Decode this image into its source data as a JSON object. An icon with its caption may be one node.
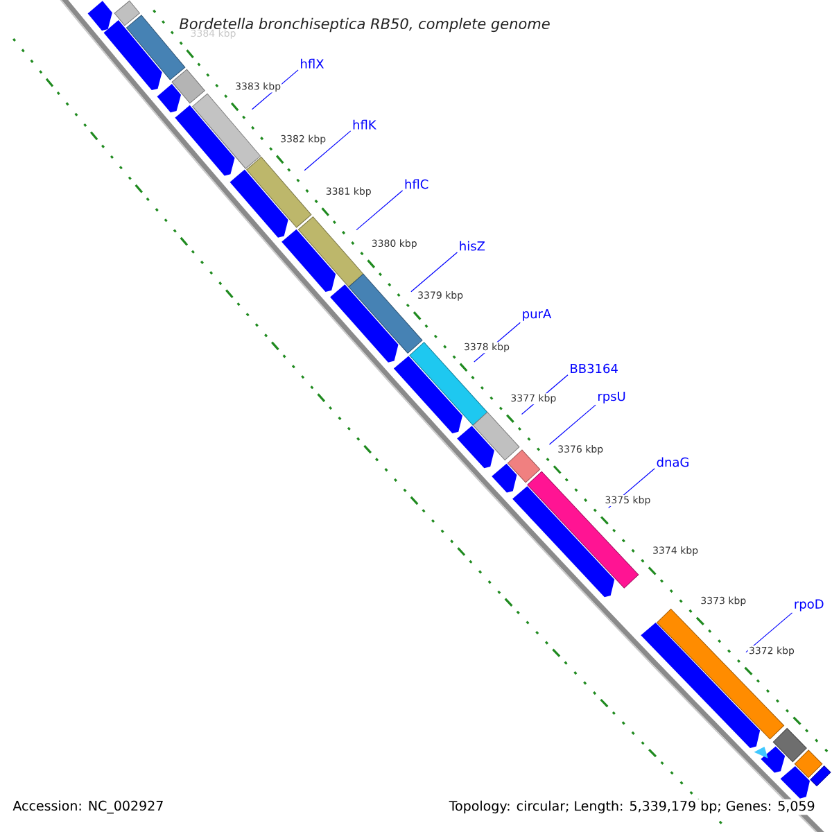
{
  "diagram": {
    "title": "Bordetella bronchiseptica RB50, complete genome",
    "nodes": [
      {
        "text": [
          "hflX"
        ]
      },
      {
        "text": [
          "hflK"
        ]
      },
      {
        "text": [
          "hflC"
        ]
      },
      {
        "text": [
          "hisZ"
        ]
      },
      {
        "text": [
          "purA"
        ]
      },
      {
        "text": [
          "BB3164"
        ]
      },
      {
        "text": [
          "rpsU"
        ]
      },
      {
        "text": [
          "dnaG"
        ]
      },
      {
        "text": [
          "rpoD"
        ]
      },
      {
        "text": [],
        "shape": "bar"
      },
      {
        "text": [],
        "shape": "bar"
      },
      {
        "text": [],
        "shape": "bar"
      },
      {
        "text": [],
        "shape": "bar"
      },
      {
        "text": [],
        "shape": "bar"
      },
      {
        "text": [],
        "shape": "bar"
      },
      {
        "text": [],
        "shape": "bar"
      },
      {
        "text": [],
        "shape": "bar"
      },
      {
        "text": [],
        "shape": "bar"
      },
      {
        "text": [],
        "shape": "bar"
      },
      {
        "text": [],
        "shape": "bar"
      },
      {
        "text": [],
        "shape": "bar"
      },
      {
        "text": [],
        "shape": "bar"
      },
      {
        "text": [],
        "shape": "bar"
      },
      {
        "text": [],
        "shape": "bar"
      },
      {
        "text": [],
        "shape": "bar"
      },
      {
        "text": [],
        "shape": "bar"
      },
      {
        "text": [],
        "shape": "bar"
      },
      {
        "text": [],
        "shape": "bar"
      },
      {
        "text": [],
        "shape": "bar"
      },
      {
        "text": [],
        "shape": "bar"
      },
      {
        "text": [],
        "shape": "bar"
      },
      {
        "text": [],
        "shape": "bar"
      },
      {
        "text": [],
        "shape": "bar"
      },
      {
        "text": [],
        "shape": "bar"
      },
      {
        "text": [],
        "shape": "bar"
      },
      {
        "text": [],
        "shape": "bar"
      },
      {
        "text": [],
        "shape": "bar"
      },
      {
        "text": [],
        "shape": "bar"
      },
      {
        "text": [],
        "shape": "triangle"
      }
    ],
    "edges": [
      {
        "from": 0,
        "to": 9,
        "arrow": "none"
      },
      {
        "from": 1,
        "to": 10,
        "arrow": "none"
      },
      {
        "from": 2,
        "to": 11,
        "arrow": "none"
      },
      {
        "from": 3,
        "to": 12,
        "arrow": "none"
      },
      {
        "from": 4,
        "to": 13,
        "arrow": "none"
      },
      {
        "from": 5,
        "to": 14,
        "arrow": "none"
      },
      {
        "from": 6,
        "to": 15,
        "arrow": "none"
      },
      {
        "from": 7,
        "to": 16,
        "arrow": "none"
      },
      {
        "from": 8,
        "to": 17,
        "arrow": "none"
      }
    ],
    "labels": [
      "3384 kbp",
      "3383 kbp",
      "3382 kbp",
      "3381 kbp",
      "3380 kbp",
      "3379 kbp",
      "3378 kbp",
      "3377 kbp",
      "3376 kbp",
      "3375 kbp",
      "3374 kbp",
      "3373 kbp",
      "3372 kbp",
      "Accession: NC_002927",
      "Topology: circular; Length: 5,339,179 bp; Genes: 5,059"
    ]
  }
}
